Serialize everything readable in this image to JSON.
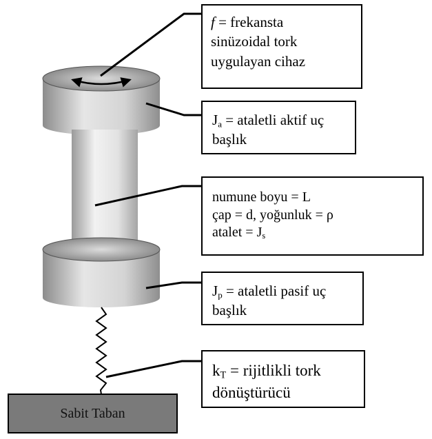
{
  "boxes": {
    "f": {
      "line1_symbol": "f",
      "line1_rest": " = frekansta",
      "line2": "sinüzoidal tork",
      "line3": "uygulayan cihaz"
    },
    "ja": {
      "symbol": "J",
      "sub": "a",
      "line1_rest": " = ataletli aktif uç",
      "line2": "başlık"
    },
    "sample": {
      "line1": "numune boyu = L",
      "line2": "çap = d, yoğunluk = ρ",
      "line3_prefix": "atalet = J",
      "line3_sub": "s"
    },
    "jp": {
      "symbol": "J",
      "sub": "p",
      "line1_rest": " = ataletli pasif uç",
      "line2": "başlık"
    },
    "k": {
      "symbol": "k",
      "sub": "T",
      "line1_rest": " = rijitlikli tork",
      "line2": "dönüştürücü"
    }
  },
  "base": {
    "label": "Sabit Taban"
  },
  "colors": {
    "head_top": "#8a8a8a",
    "cylinder_light": "#e8e8e8",
    "base_fill": "#7a7a7a",
    "outline": "#000000"
  }
}
